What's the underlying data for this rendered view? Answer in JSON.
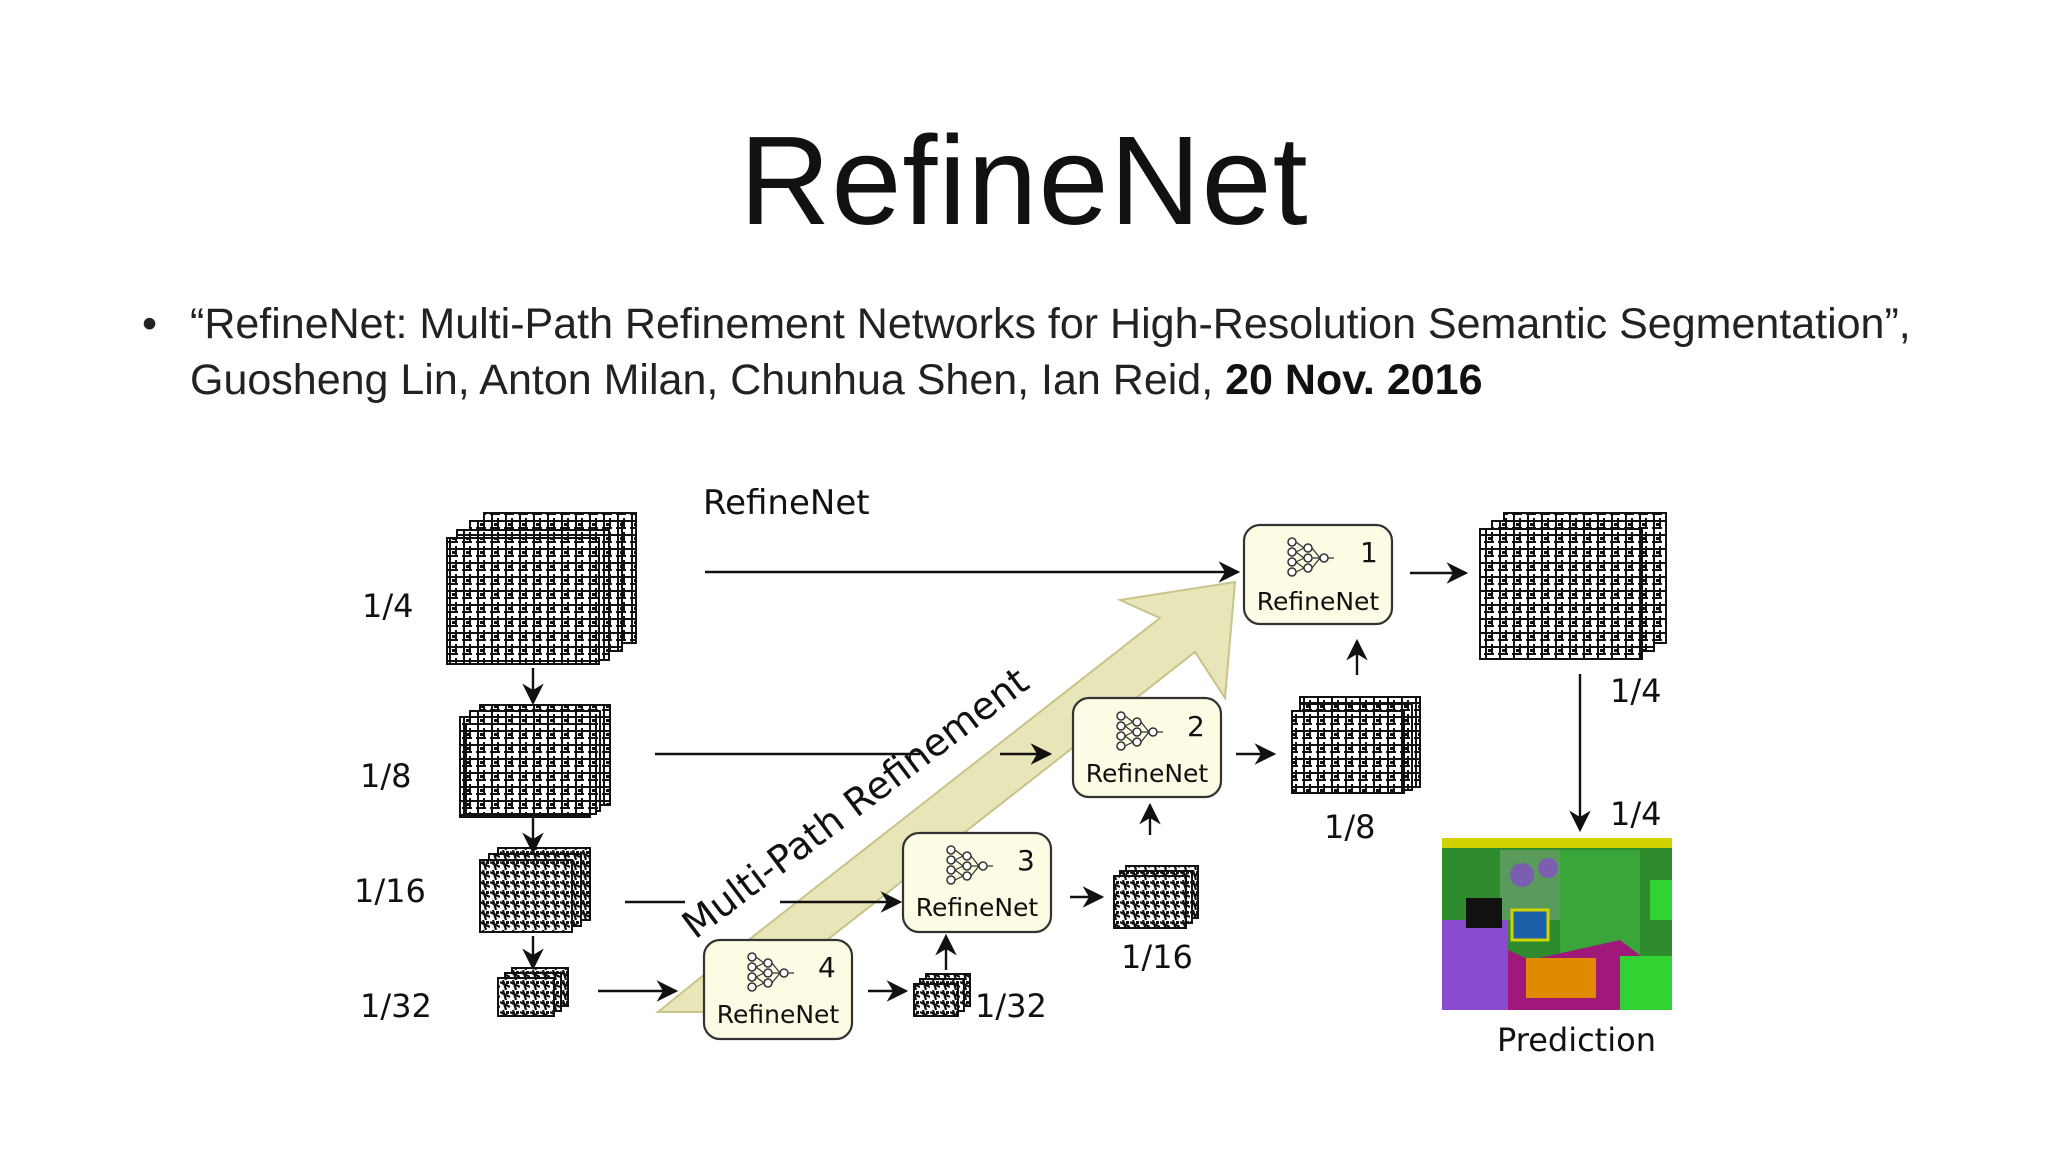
{
  "slide": {
    "title": "RefineNet",
    "bullet": {
      "text": "“RefineNet: Multi-Path Refinement Networks for High-Resolution Semantic Segmentation”, Guosheng Lin, Anton Milan, Chunhua Shen, Ian Reid, ",
      "date": "20 Nov. 2016"
    }
  },
  "diagram": {
    "header": "RefineNet",
    "arrow_label": "Multi-Path Refinement",
    "encoder_scales": [
      "1/4",
      "1/8",
      "1/16",
      "1/32"
    ],
    "blocks": [
      {
        "number": "1",
        "label": "RefineNet"
      },
      {
        "number": "2",
        "label": "RefineNet"
      },
      {
        "number": "3",
        "label": "RefineNet"
      },
      {
        "number": "4",
        "label": "RefineNet"
      }
    ],
    "output_scales": {
      "block1_out": "1/4",
      "block2_out": "1/8",
      "block3_out": "1/16",
      "block4_out": "1/32",
      "prediction_scale": "1/4"
    },
    "prediction_label": "Prediction",
    "colors": {
      "block_fill": "#fdfbe3",
      "big_arrow": "#e8e6b8",
      "seg_green": "#2e8b2e",
      "seg_magenta": "#a0197a",
      "seg_purple": "#8a4bd0",
      "seg_lime": "#32d232",
      "seg_yellow": "#d2d200"
    },
    "icons": [
      "feature-map-stack-icon",
      "network-icon",
      "segmentation-map-icon"
    ]
  }
}
